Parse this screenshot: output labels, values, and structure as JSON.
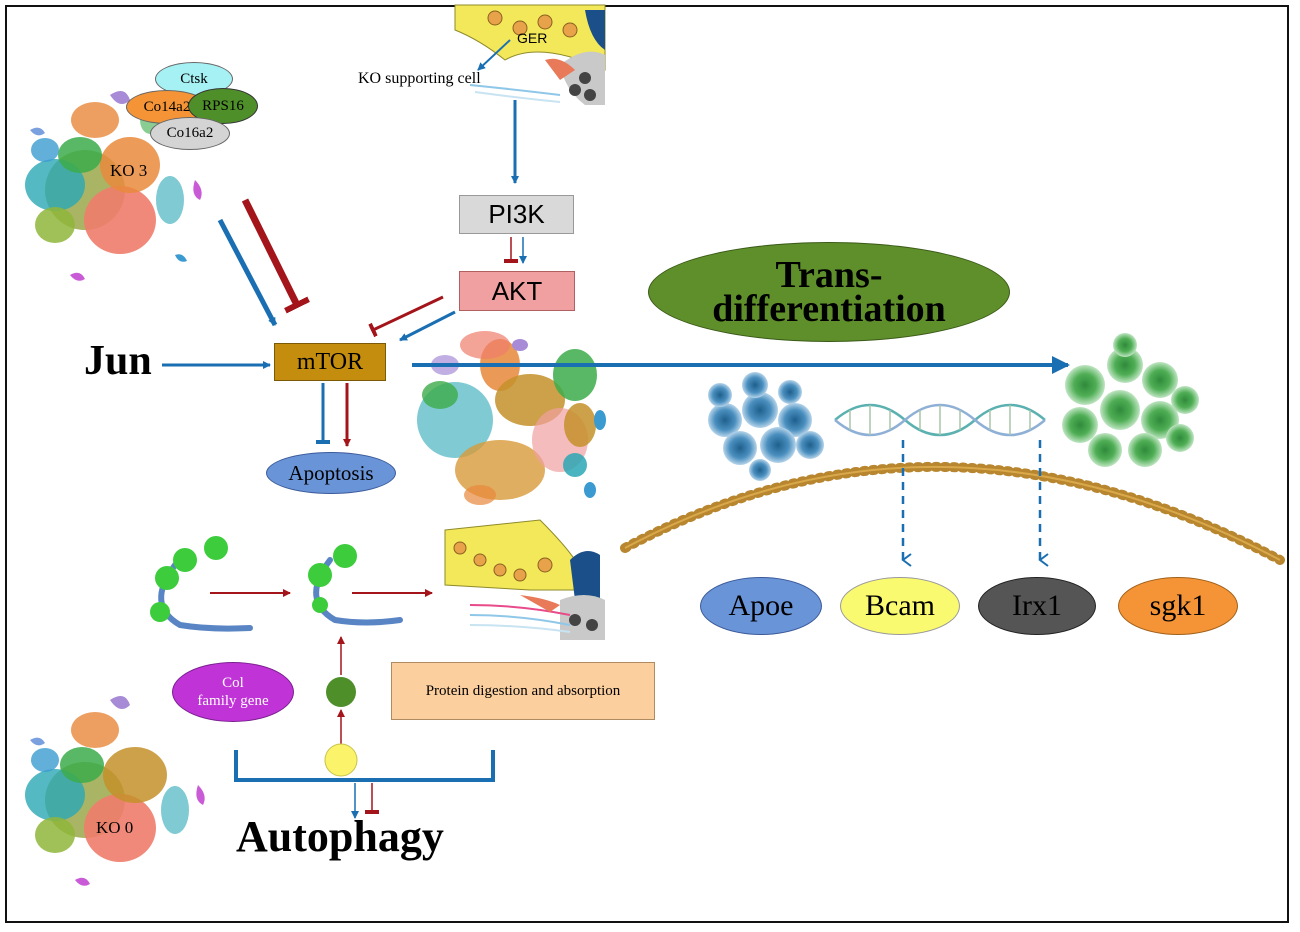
{
  "ko3_label": "KO 3",
  "ko0_label": "KO 0",
  "gene_ctsk": "Ctsk",
  "gene_col4a2": "Co14a2",
  "gene_rps16": "RPS16",
  "gene_col6a2": "Co16a2",
  "ger_label": "GER",
  "ko_supporting_cell": "KO supporting cell",
  "pi3k": "PI3K",
  "akt": "AKT",
  "mtor": "mTOR",
  "jun": "Jun",
  "apoptosis": "Apoptosis",
  "trans_line1": "Trans-",
  "trans_line2": "differentiation",
  "col_family_line1": "Col",
  "col_family_line2": "family gene",
  "protein_digestion": "Protein digestion and absorption",
  "autophagy": "Autophagy",
  "markers": [
    "Apoe",
    "Bcam",
    "Irx1",
    "sgk1"
  ],
  "colors": {
    "blue_arrow": "#1a6fb3",
    "red_arrow": "#a3151b",
    "mtor_fill": "#c48d0e",
    "akt_fill": "#f0a0a0",
    "pi3k_fill": "#d9d9d9",
    "trans_fill": "#5f8f2a",
    "apoptosis_fill": "#6a94d8",
    "apoe_fill": "#6a94d8",
    "bcam_fill": "#fafa70",
    "irx1_fill": "#555555",
    "sgk1_fill": "#f49436",
    "col_family_fill": "#c033d6",
    "protein_fill": "#fccf9e"
  }
}
